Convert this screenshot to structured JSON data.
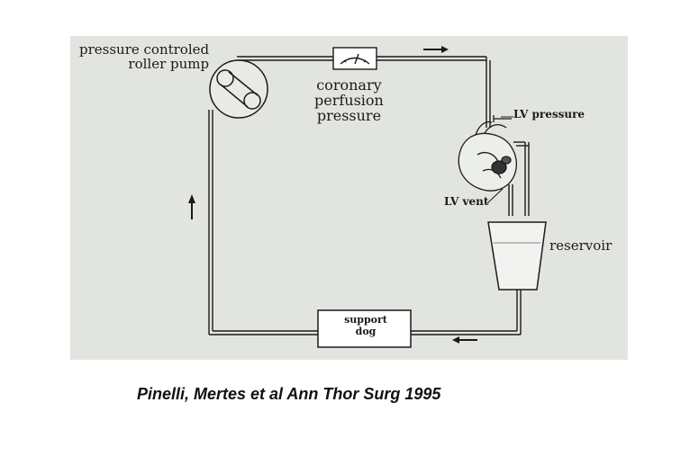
{
  "diagram": {
    "pump_label": [
      "pressure controled",
      "roller pump"
    ],
    "pressure_label": [
      "coronary",
      "perfusion",
      "pressure"
    ],
    "lv_pressure_label": "LV pressure",
    "lv_vent_label": "LV vent",
    "reservoir_label": "reservoir",
    "dog_label": [
      "support",
      "dog"
    ]
  },
  "citation": "Pinelli, Mertes et al Ann Thor Surg 1995",
  "colors": {
    "slide_bg": "#e2e5df",
    "ink": "#1a1a1a",
    "page_bg": "#ffffff"
  }
}
